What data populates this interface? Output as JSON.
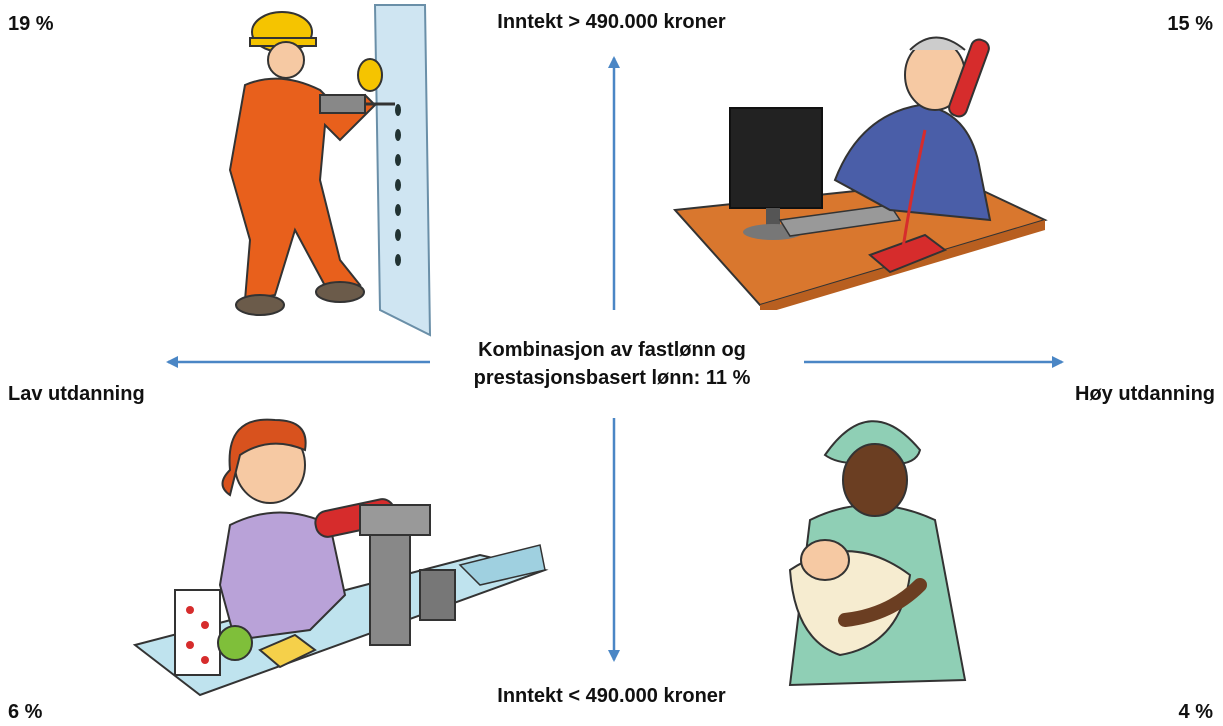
{
  "corners": {
    "top_left_pct": "19 %",
    "top_right_pct": "15 %",
    "bottom_left_pct": "6 %",
    "bottom_right_pct": "4 %"
  },
  "axes": {
    "top": "Inntekt > 490.000 kroner",
    "bottom": "Inntekt < 490.000 kroner",
    "left": "Lav utdanning",
    "right": "Høy utdanning"
  },
  "center": {
    "line1": "Kombinasjon av fastlønn og",
    "line2": "prestasjonsbasert lønn: 11 %"
  },
  "colors": {
    "arrow": "#4a86c5",
    "worker_suit": "#e8601c",
    "helmet": "#f5c400",
    "office_suit": "#4a5ea8",
    "desk": "#d9772e",
    "cashier_top": "#b9a2d8",
    "counter": "#bfe3ee",
    "nurse_scrubs": "#8fcfb5"
  },
  "illustrations": [
    "construction-worker",
    "office-worker-phone",
    "cashier",
    "nurse-with-baby"
  ]
}
